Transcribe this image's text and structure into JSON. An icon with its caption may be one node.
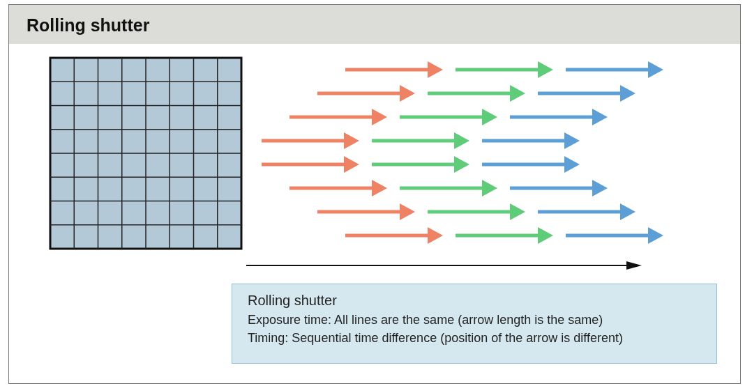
{
  "diagram": {
    "title": "Rolling shutter",
    "nodes": [
      {
        "text": [
          "Rolling shutter",
          "Exposure time: All lines are the same (arrow length is the same)",
          "Timing: Sequential time difference (position of the arrow is different)"
        ]
      }
    ]
  }
}
